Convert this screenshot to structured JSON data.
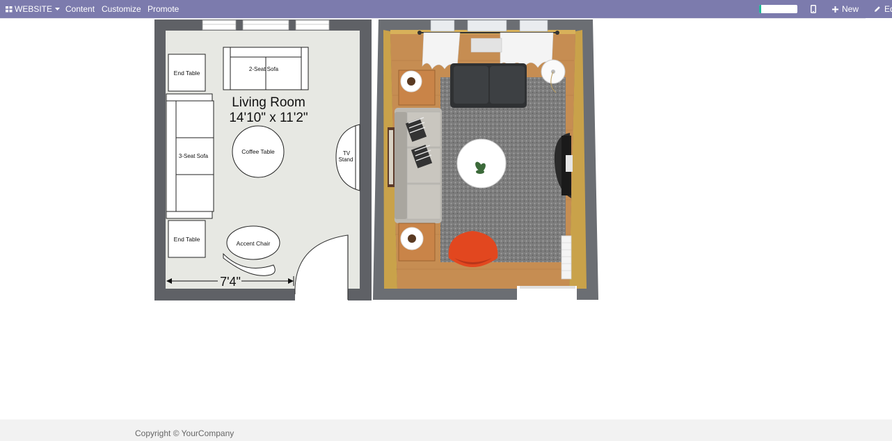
{
  "topbar": {
    "website_label": "WEBSITE",
    "content_label": "Content",
    "customize_label": "Customize",
    "promote_label": "Promote",
    "progress_fraction": 0.06,
    "new_label": "New",
    "edit_label": "Ed"
  },
  "floorplan": {
    "room_name": "Living Room",
    "room_dims": "14'10\" x 11'2\"",
    "end_table_top": "End Table",
    "end_table_bottom": "End Table",
    "two_seat_sofa": "2-Seat Sofa",
    "three_seat_sofa": "3-Seat Sofa",
    "coffee_table": "Coffee Table",
    "accent_chair": "Accent Chair",
    "tv_stand_line1": "TV",
    "tv_stand_line2": "Stand",
    "door_width": "7'4\""
  },
  "footer": {
    "copyright": "Copyright © YourCompany"
  },
  "colors": {
    "topbar": "#7c7bad",
    "wall": "#5f6166",
    "floor2d": "#e7e8e3",
    "wood": "#c68d52",
    "rug": "#8b8b8b",
    "chair": "#e2471f"
  }
}
